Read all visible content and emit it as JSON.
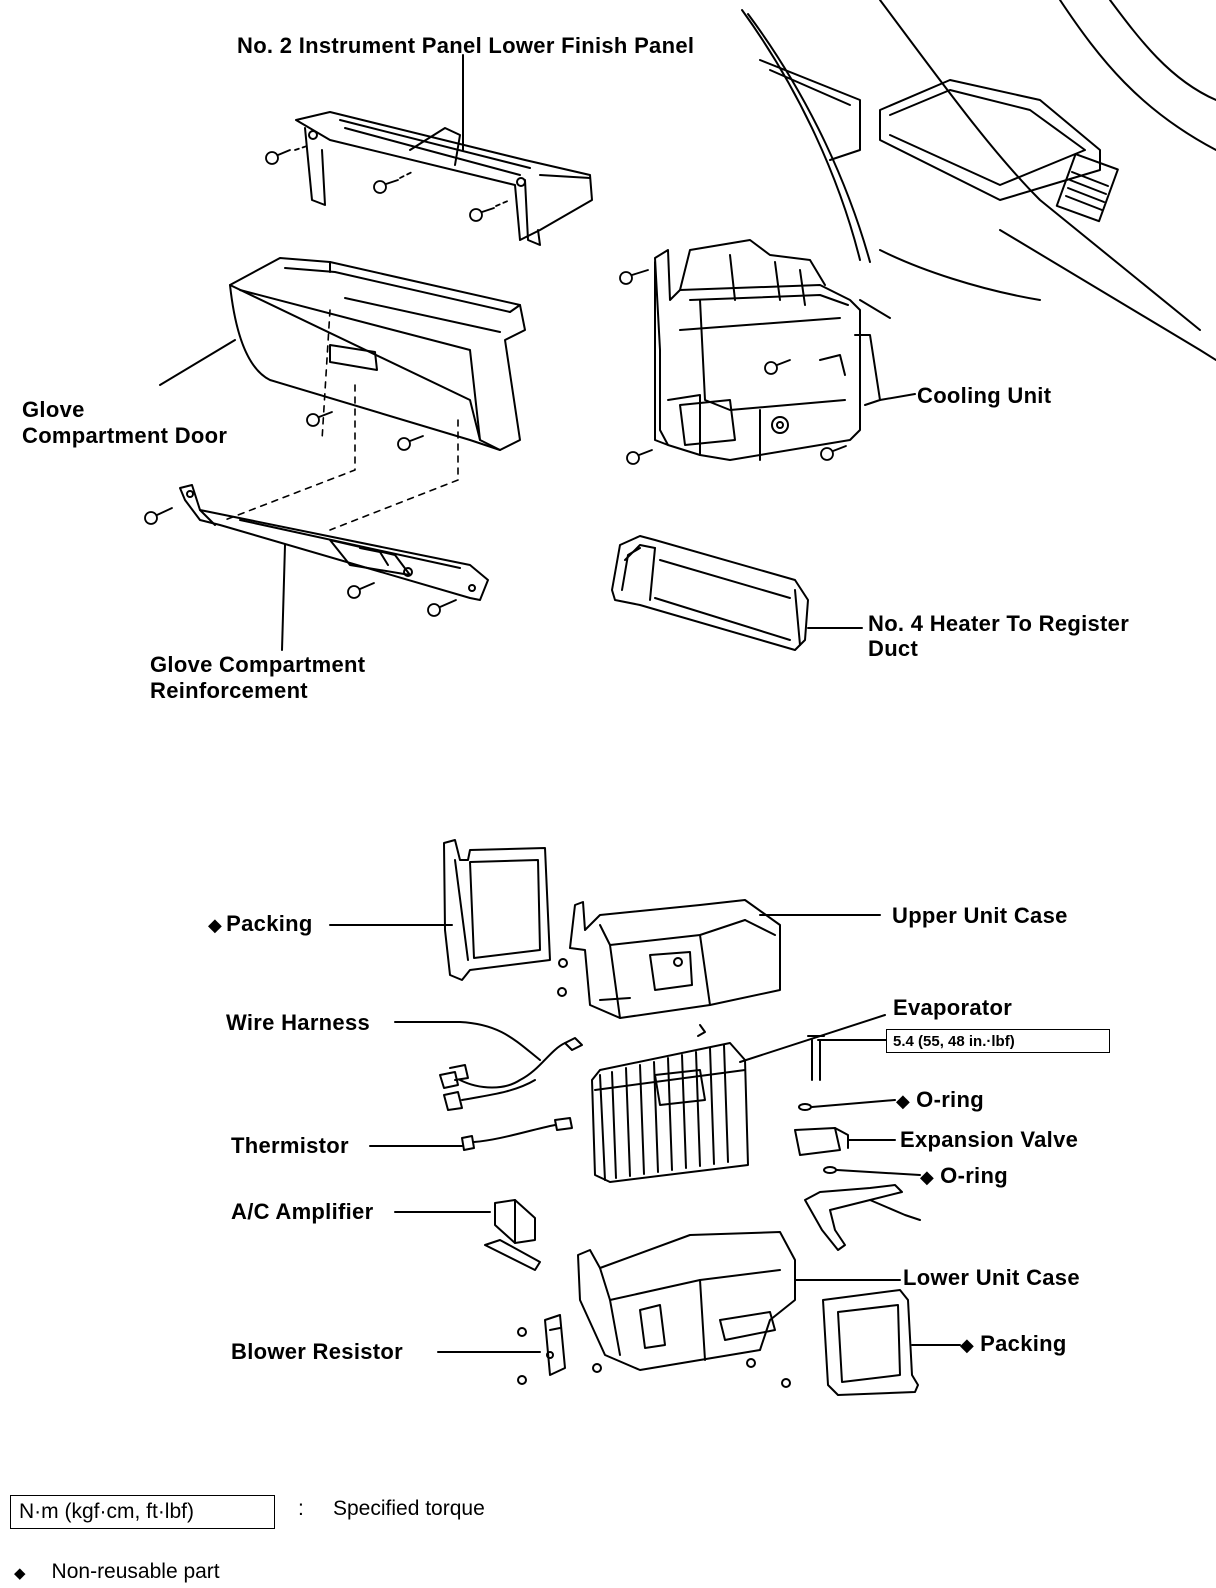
{
  "top_labels": {
    "finish_panel": "No. 2 Instrument Panel Lower Finish Panel",
    "glove_door_1": "Glove",
    "glove_door_2": "Compartment Door",
    "cooling_unit": "Cooling Unit",
    "heater_duct_1": "No. 4 Heater To Register",
    "heater_duct_2": "Duct",
    "reinforcement_1": "Glove Compartment",
    "reinforcement_2": "Reinforcement"
  },
  "bottom_labels": {
    "packing_top": "Packing",
    "upper_unit_case": "Upper Unit Case",
    "wire_harness": "Wire Harness",
    "evaporator": "Evaporator",
    "torque_spec": "5.4 (55, 48 in.·lbf)",
    "o_ring_1": "O-ring",
    "thermistor": "Thermistor",
    "expansion_valve": "Expansion Valve",
    "o_ring_2": "O-ring",
    "ac_amplifier": "A/C Amplifier",
    "lower_unit_case": "Lower Unit Case",
    "blower_resistor": "Blower Resistor",
    "packing_bottom": "Packing"
  },
  "legend": {
    "torque_unit": "N·m (kgf·cm, ft·lbf)",
    "colon": ":",
    "torque_desc": "Specified torque",
    "nonreusable_desc": "Non-reusable part"
  },
  "symbols": {
    "diamond": "◆"
  }
}
